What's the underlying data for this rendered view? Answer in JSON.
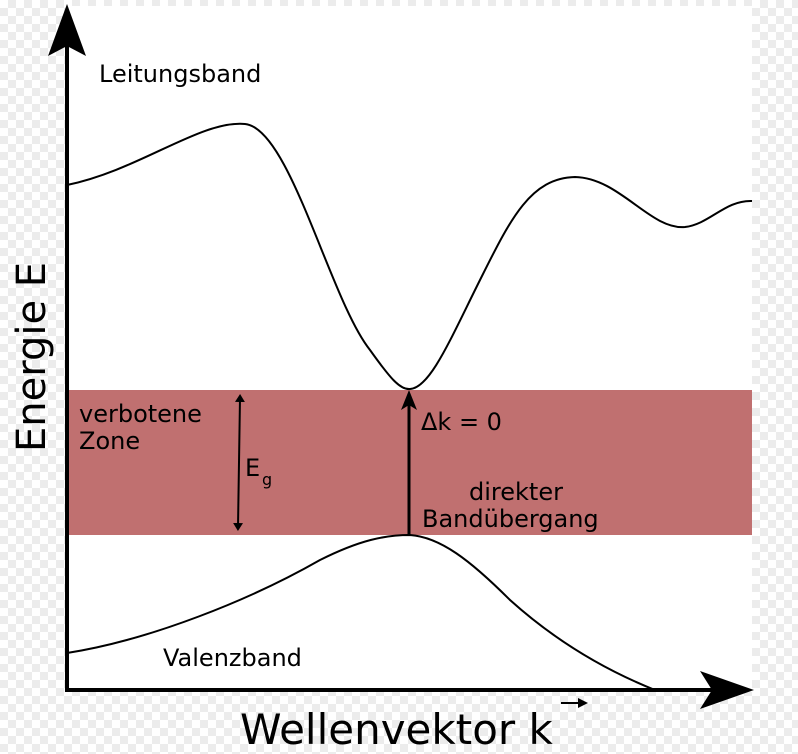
{
  "axes": {
    "y_label": "Energie E",
    "x_label": "Wellenvektor k"
  },
  "bands": {
    "conduction_label": "Leitungsband",
    "valence_label": "Valenzband"
  },
  "gap": {
    "zone_label_line1": "verbotene",
    "zone_label_line2": "Zone",
    "energy_symbol": "E",
    "energy_subscript": "g",
    "color": "#c07070"
  },
  "transition": {
    "delta_k": "Δk = 0",
    "label_line1": "direkter",
    "label_line2": "Bandübergang"
  },
  "colors": {
    "plot_background": "#ffffff",
    "lines": "#000000"
  }
}
